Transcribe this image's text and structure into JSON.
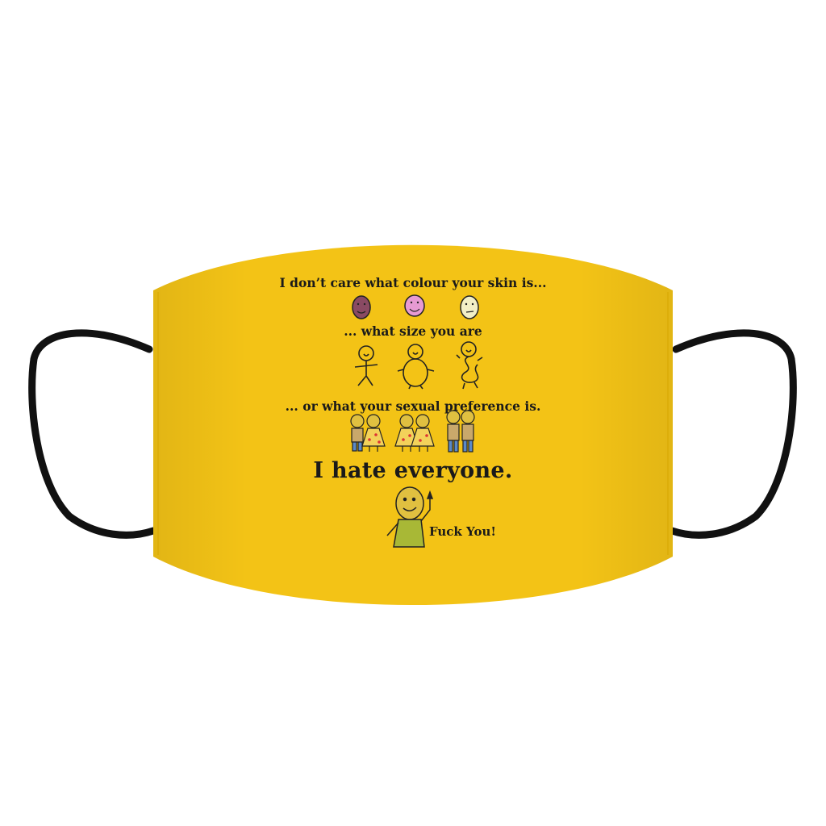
{
  "product": {
    "colors": {
      "fabric": "#f3c316",
      "strap": "#111111",
      "ink": "#1a1a1a"
    },
    "print": {
      "line_skin": "I don’t care what colour your skin is...",
      "line_size": "... what size you are",
      "line_preference": "... or what your sexual preference is.",
      "headline": "I hate everyone.",
      "tagline": "Fuck You!"
    }
  }
}
